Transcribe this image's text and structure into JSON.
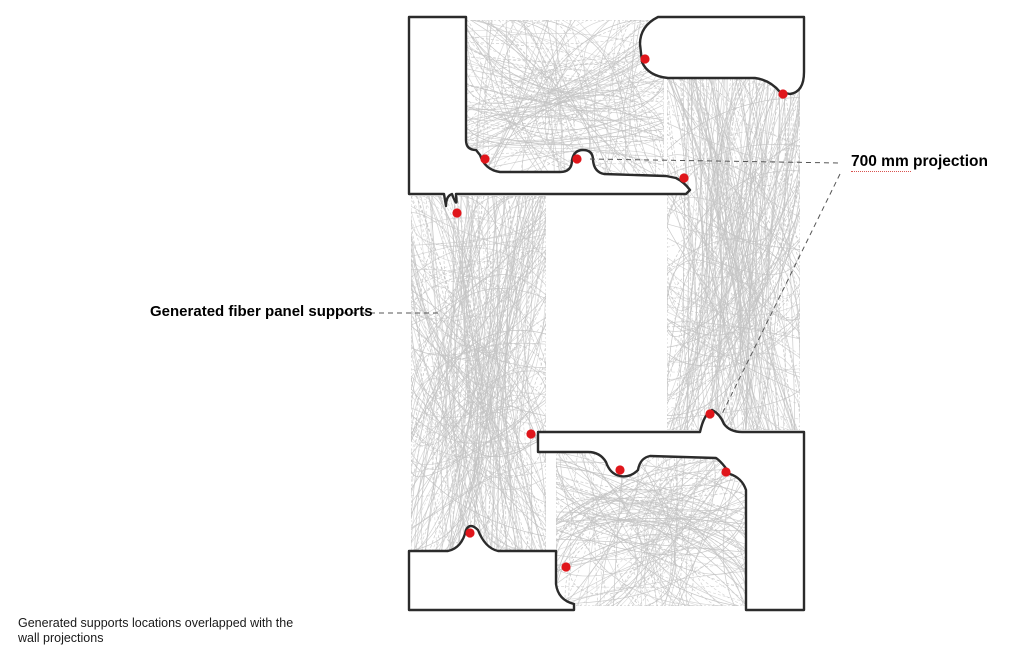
{
  "annotations": {
    "fiber_panel_supports": "Generated fiber panel supports",
    "projection": "700 mm projection"
  },
  "caption": "Generated supports locations overlapped with the wall projections",
  "colors": {
    "wall_outline": "#2b2b2b",
    "fiber_mesh": "#c4c4c4",
    "support_point": "#e0161b",
    "leader_line": "#555555"
  }
}
